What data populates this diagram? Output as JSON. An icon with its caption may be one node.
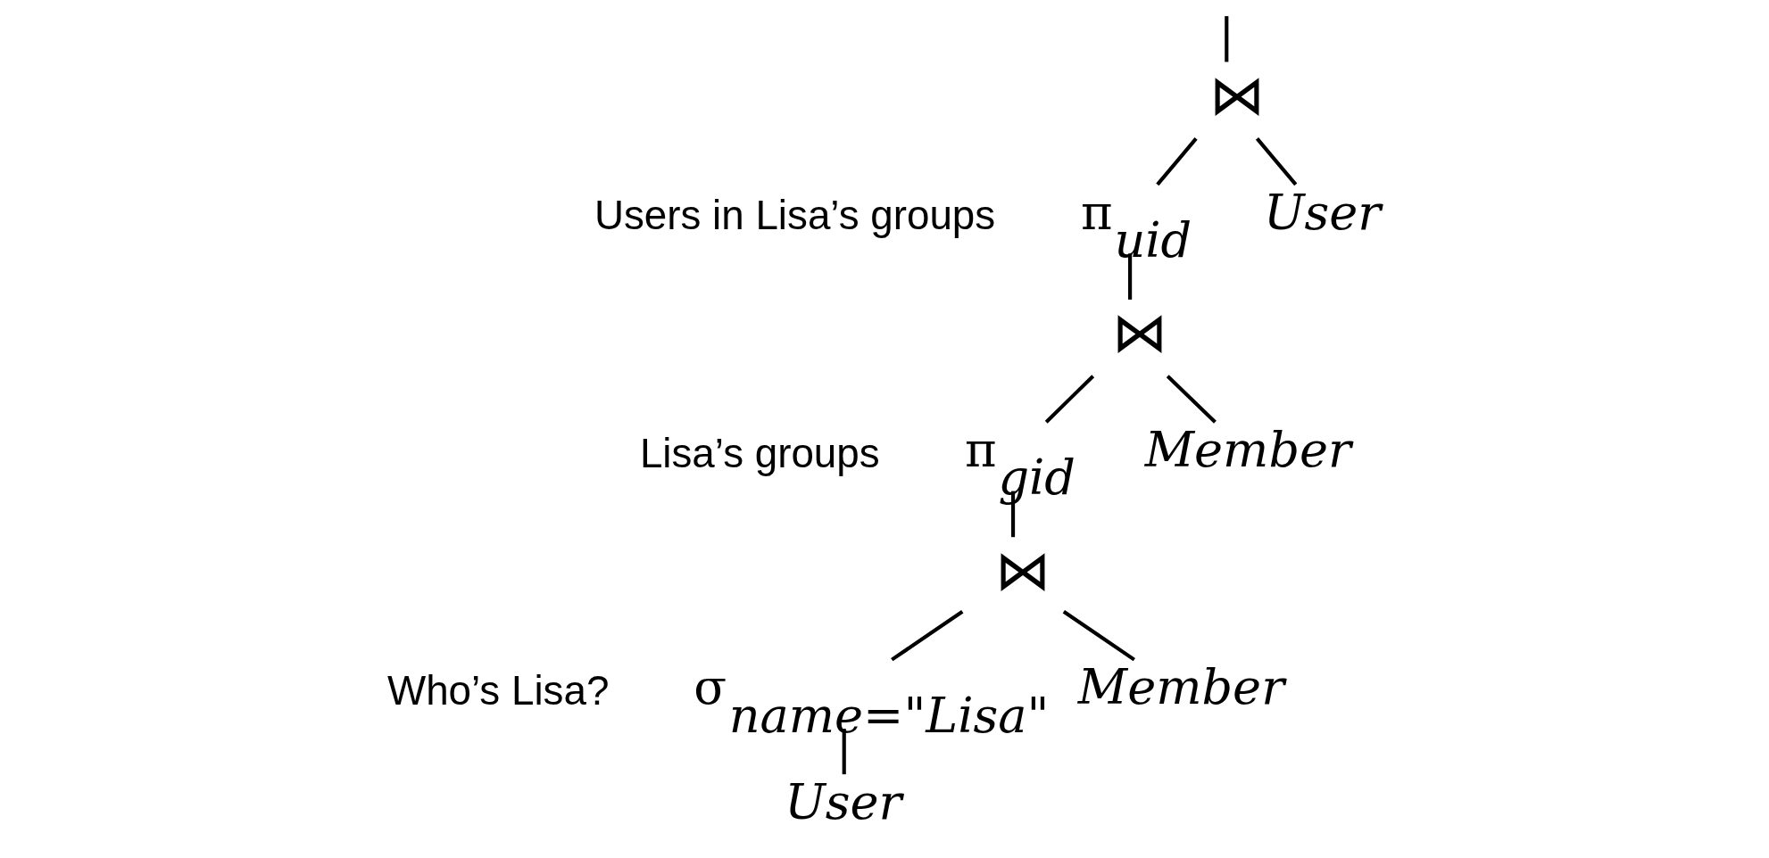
{
  "diagram": {
    "nodes": [
      {
        "text": [
          "⋈"
        ]
      },
      {
        "text": [
          "π$_{uid}$"
        ],
        "beside": [
          "Users in Lisa’s groups"
        ]
      },
      {
        "text": [
          "User"
        ]
      },
      {
        "text": [
          "⋈"
        ]
      },
      {
        "text": [
          "π$_{gid}$"
        ],
        "beside": [
          "Lisa’s groups"
        ]
      },
      {
        "text": [
          "Member"
        ]
      },
      {
        "text": [
          "⋈"
        ]
      },
      {
        "text": [
          "σ$_{name=\"Lisa\"}$"
        ],
        "beside": [
          "Who’s Lisa?"
        ]
      },
      {
        "text": [
          "Member"
        ]
      },
      {
        "text": [
          "User"
        ]
      }
    ],
    "edges": [
      {
        "from": null,
        "to": 0,
        "arrow": "none"
      },
      {
        "from": 0,
        "to": 1,
        "arrow": "none"
      },
      {
        "from": 0,
        "to": 2,
        "arrow": "none"
      },
      {
        "from": 1,
        "to": 3,
        "arrow": "none"
      },
      {
        "from": 3,
        "to": 4,
        "arrow": "none"
      },
      {
        "from": 3,
        "to": 5,
        "arrow": "none"
      },
      {
        "from": 4,
        "to": 6,
        "arrow": "none"
      },
      {
        "from": 6,
        "to": 7,
        "arrow": "none"
      },
      {
        "from": 6,
        "to": 8,
        "arrow": "none"
      },
      {
        "from": 7,
        "to": 9,
        "arrow": "none"
      }
    ]
  }
}
